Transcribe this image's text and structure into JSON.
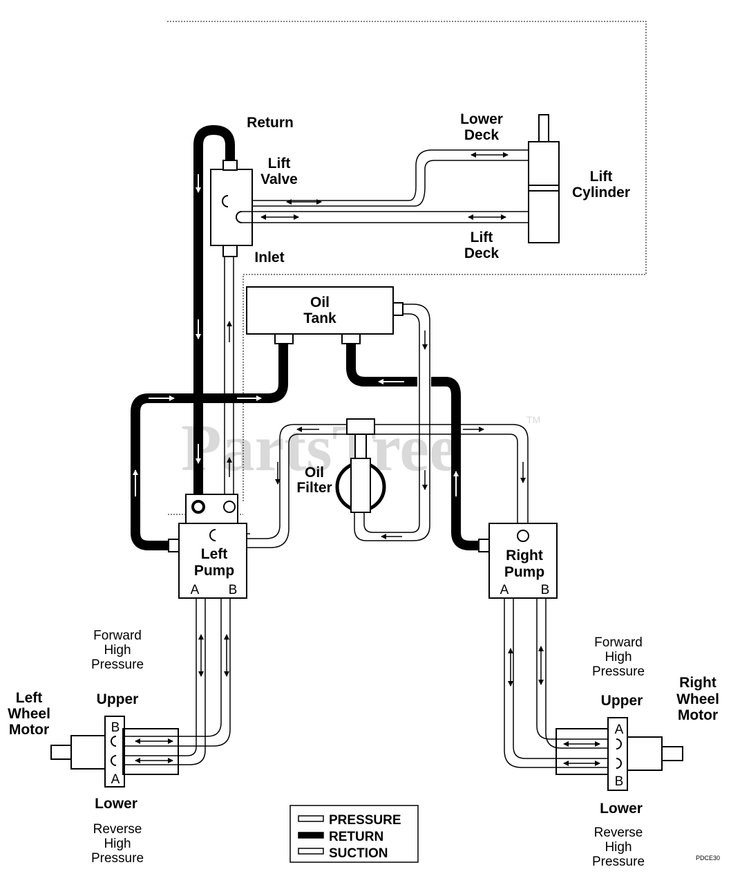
{
  "watermark": {
    "text": "PartsTree",
    "tm": "TM"
  },
  "labels": {
    "return": "Return",
    "lift_valve": [
      "Lift",
      "Valve"
    ],
    "inlet": "Inlet",
    "lower_deck": [
      "Lower",
      "Deck"
    ],
    "lift_cylinder": [
      "Lift",
      "Cylinder"
    ],
    "lift_deck": [
      "Lift",
      "Deck"
    ],
    "oil_tank": [
      "Oil",
      "Tank"
    ],
    "oil_filter": [
      "Oil",
      "Filter"
    ],
    "left_pump": [
      "Left",
      "Pump"
    ],
    "right_pump": [
      "Right",
      "Pump"
    ],
    "left_wheel_motor": [
      "Left",
      "Wheel",
      "Motor"
    ],
    "right_wheel_motor": [
      "Right",
      "Wheel",
      "Motor"
    ],
    "forward_high_pressure": [
      "Forward",
      "High",
      "Pressure"
    ],
    "reverse_high_pressure": [
      "Reverse",
      "High",
      "Pressure"
    ],
    "upper": "Upper",
    "lower": "Lower",
    "port_a": "A",
    "port_b": "B",
    "code": "PDCE30"
  },
  "legend": {
    "items": [
      {
        "label": "PRESSURE",
        "line": "double"
      },
      {
        "label": "RETURN",
        "line": "thick"
      },
      {
        "label": "SUCTION",
        "line": "double"
      }
    ]
  },
  "colors": {
    "ink": "#000000",
    "watermark": "#d9d9d9",
    "background": "#ffffff"
  }
}
